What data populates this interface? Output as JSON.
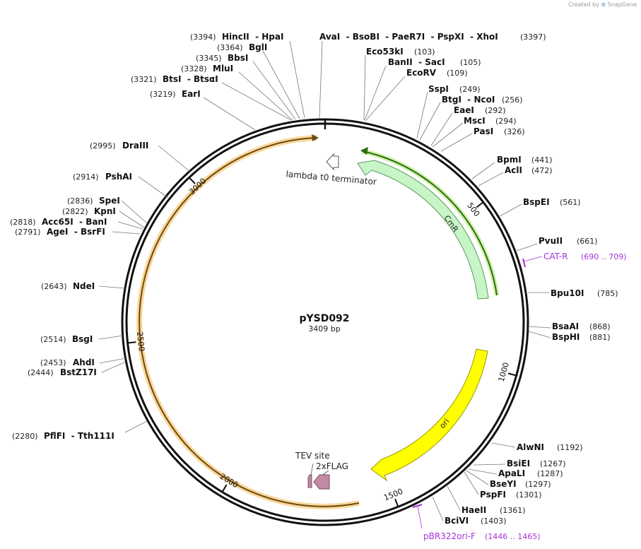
{
  "app": {
    "credit_prefix": "Created by",
    "credit_brand": "SnapGene"
  },
  "plasmid": {
    "name": "pYSD092",
    "length_label": "3409 bp",
    "length_bp": 3409
  },
  "ticks": [
    {
      "label": "500",
      "bp": 500
    },
    {
      "label": "1000",
      "bp": 1000
    },
    {
      "label": "1500",
      "bp": 1500
    },
    {
      "label": "2000",
      "bp": 2000
    },
    {
      "label": "2500",
      "bp": 2500
    },
    {
      "label": "3000",
      "bp": 3000
    }
  ],
  "sites": [
    {
      "id": "hincII",
      "text": "HincII  - HpaI",
      "pos": "(3394)",
      "bp": 3394,
      "side": "left"
    },
    {
      "id": "avai",
      "text": "AvaI  - BsoBI  - PaeR7I  - PspXI  - XhoI",
      "pos": "(3397)",
      "bp": 3397,
      "side": "right"
    },
    {
      "id": "bgli",
      "text": "BglI",
      "pos": "(3364)",
      "bp": 3364,
      "side": "left"
    },
    {
      "id": "bbsi",
      "text": "BbsI",
      "pos": "(3345)",
      "bp": 3345,
      "side": "left"
    },
    {
      "id": "mlui",
      "text": "MluI",
      "pos": "(3328)",
      "bp": 3328,
      "side": "left"
    },
    {
      "id": "btsi",
      "text": "BtsI  - BtsαI",
      "pos": "(3321)",
      "bp": 3321,
      "side": "left"
    },
    {
      "id": "eari",
      "text": "EarI",
      "pos": "(3219)",
      "bp": 3219,
      "side": "left"
    },
    {
      "id": "eco53ki",
      "text": "Eco53kI",
      "pos": "(103)",
      "bp": 103,
      "side": "right"
    },
    {
      "id": "banii",
      "text": "BanII  - SacI",
      "pos": "(105)",
      "bp": 105,
      "side": "right"
    },
    {
      "id": "ecorv",
      "text": "EcoRV",
      "pos": "(109)",
      "bp": 109,
      "side": "right"
    },
    {
      "id": "sspi",
      "text": "SspI",
      "pos": "(249)",
      "bp": 249,
      "side": "right"
    },
    {
      "id": "btgi",
      "text": "BtgI  - NcoI",
      "pos": "(256)",
      "bp": 256,
      "side": "right"
    },
    {
      "id": "eaei",
      "text": "EaeI",
      "pos": "(292)",
      "bp": 292,
      "side": "right"
    },
    {
      "id": "msci",
      "text": "MscI",
      "pos": "(294)",
      "bp": 294,
      "side": "right"
    },
    {
      "id": "pasi",
      "text": "PasI",
      "pos": "(326)",
      "bp": 326,
      "side": "right"
    },
    {
      "id": "bpmi",
      "text": "BpmI",
      "pos": "(441)",
      "bp": 441,
      "side": "right"
    },
    {
      "id": "acli",
      "text": "AclI",
      "pos": "(472)",
      "bp": 472,
      "side": "right"
    },
    {
      "id": "bspei",
      "text": "BspEI",
      "pos": "(561)",
      "bp": 561,
      "side": "right"
    },
    {
      "id": "pvuii",
      "text": "PvuII",
      "pos": "(661)",
      "bp": 661,
      "side": "right"
    },
    {
      "id": "bpu10i",
      "text": "Bpu10I",
      "pos": "(785)",
      "bp": 785,
      "side": "right"
    },
    {
      "id": "bsaai",
      "text": "BsaAI",
      "pos": "(868)",
      "bp": 868,
      "side": "right"
    },
    {
      "id": "bsphi",
      "text": "BspHI",
      "pos": "(881)",
      "bp": 881,
      "side": "right"
    },
    {
      "id": "alwni",
      "text": "AlwNI",
      "pos": "(1192)",
      "bp": 1192,
      "side": "right"
    },
    {
      "id": "bsiei",
      "text": "BsiEI",
      "pos": "(1267)",
      "bp": 1267,
      "side": "right"
    },
    {
      "id": "apali",
      "text": "ApaLI",
      "pos": "(1287)",
      "bp": 1287,
      "side": "right"
    },
    {
      "id": "bseyi",
      "text": "BseYI",
      "pos": "(1297)",
      "bp": 1297,
      "side": "right"
    },
    {
      "id": "pspfi",
      "text": "PspFI",
      "pos": "(1301)",
      "bp": 1301,
      "side": "right"
    },
    {
      "id": "haeii",
      "text": "HaeII",
      "pos": "(1361)",
      "bp": 1361,
      "side": "right"
    },
    {
      "id": "bcivi",
      "text": "BciVI",
      "pos": "(1403)",
      "bp": 1403,
      "side": "right"
    },
    {
      "id": "draiii",
      "text": "DraIII",
      "pos": "(2995)",
      "bp": 2995,
      "side": "left"
    },
    {
      "id": "pshai",
      "text": "PshAI",
      "pos": "(2914)",
      "bp": 2914,
      "side": "left"
    },
    {
      "id": "spei",
      "text": "SpeI",
      "pos": "(2836)",
      "bp": 2836,
      "side": "left"
    },
    {
      "id": "kpni",
      "text": "KpnI",
      "pos": "(2822)",
      "bp": 2822,
      "side": "left"
    },
    {
      "id": "acc65i",
      "text": "Acc65I  - BanI",
      "pos": "(2818)",
      "bp": 2818,
      "side": "left"
    },
    {
      "id": "agei",
      "text": "AgeI  - BsrFI",
      "pos": "(2791)",
      "bp": 2791,
      "side": "left"
    },
    {
      "id": "ndei",
      "text": "NdeI",
      "pos": "(2643)",
      "bp": 2643,
      "side": "left"
    },
    {
      "id": "bsgi",
      "text": "BsgI",
      "pos": "(2514)",
      "bp": 2514,
      "side": "left"
    },
    {
      "id": "ahdi",
      "text": "AhdI",
      "pos": "(2453)",
      "bp": 2453,
      "side": "left"
    },
    {
      "id": "bstz17i",
      "text": "BstZ17I",
      "pos": "(2444)",
      "bp": 2444,
      "side": "left"
    },
    {
      "id": "pflfi",
      "text": "PflFI  - Tth111I",
      "pos": "(2280)",
      "bp": 2280,
      "side": "left"
    }
  ],
  "primers": [
    {
      "id": "cat-r",
      "text": "CAT-R",
      "pos": "(690 .. 709)"
    },
    {
      "id": "pbr322ori-f",
      "text": "pBR322ori-F",
      "pos": "(1446 .. 1465)"
    }
  ],
  "features": [
    {
      "id": "cmr",
      "label": "CmR",
      "color": "#c8f5c8",
      "stroke": "#5a9a5a"
    },
    {
      "id": "ori",
      "label": "ori",
      "color": "#ffff00",
      "stroke": "#999900"
    },
    {
      "id": "lambda-t0",
      "label": "lambda t0 terminator",
      "color": "#ffffff",
      "stroke": "#555555"
    },
    {
      "id": "tev-site",
      "label": "TEV site",
      "color": "#c38aa3",
      "stroke": "#7a4a60"
    },
    {
      "id": "2xflag",
      "label": "2xFLAG",
      "color": "#c38aa3",
      "stroke": "#7a4a60"
    }
  ],
  "colors": {
    "backbone": "#111111",
    "orf_orange": "#f5a623",
    "orf_green": "#3a8a1a",
    "primer": "#a433d6"
  }
}
